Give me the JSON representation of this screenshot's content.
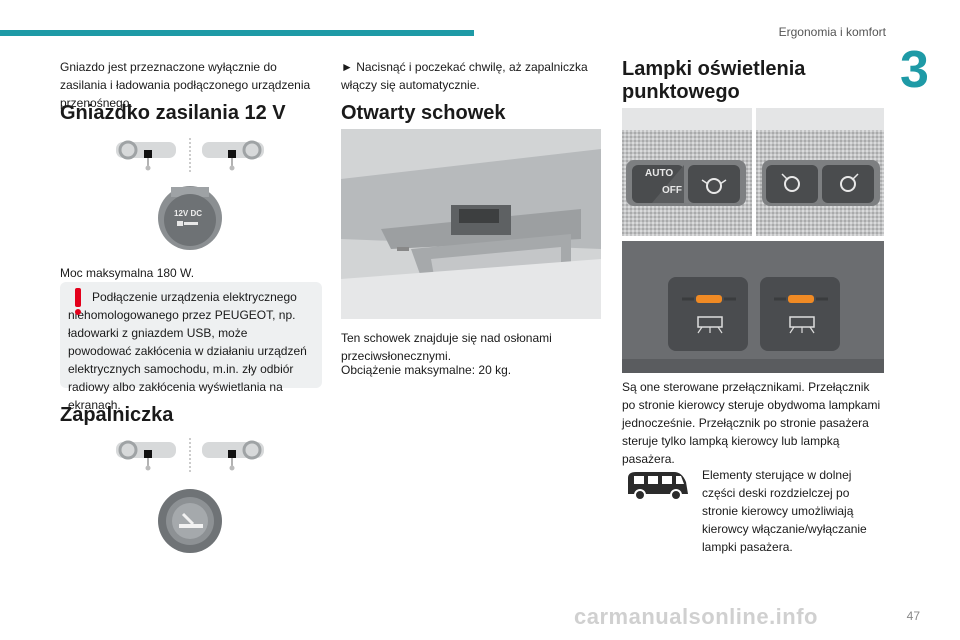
{
  "header": {
    "section_title": "Ergonomia i komfort",
    "chapter_number": "3"
  },
  "col1": {
    "intro_text": "Gniazdo jest przeznaczone wyłącznie do zasilania i ładowania podłączonego urządzenia przenośnego.",
    "socket_heading": "Gniazdko zasilania 12 V",
    "socket_label": "12V DC",
    "socket_power": "Moc maksymalna 180 W.",
    "warning_text": "Podłączenie urządzenia elektrycznego niehomologowanego przez PEUGEOT, np. ładowarki z gniazdem USB, może powodować zakłócenia w działaniu urządzeń elektrycznych samochodu, m.in. zły odbiór radiowy albo zakłócenia wyświetlania na ekranach.",
    "lighter_heading": "Zapalniczka"
  },
  "col2": {
    "lighter_step": "► Nacisnąć i poczekać chwilę, aż zapalniczka włączy się automatycznie.",
    "storage_heading": "Otwarty schowek",
    "storage_text_1": "Ten schowek znajduje się nad osłonami przeciwsłonecznymi.",
    "storage_text_2": "Obciążenie maksymalne: 20 kg."
  },
  "col3": {
    "lamps_heading_1": "Lampki oświetlenia",
    "lamps_heading_2": "punktowego",
    "switch_auto_label": "AUTO",
    "switch_off_label": "OFF",
    "lamps_text": "Są one sterowane przełącznikami. Przełącznik po stronie kierowcy steruje obydwoma lampkami jednocześnie. Przełącznik po stronie pasażera steruje tylko lampką kierowcy lub lampką pasażera.",
    "controls_note": "Elementy sterujące w dolnej części deski rozdzielczej po stronie kierowcy umożliwiają kierowcy włączanie/wyłączanie lampki pasażera."
  },
  "footer": {
    "page_number": "47",
    "watermark": "carmanualsonline.info"
  },
  "colors": {
    "accent": "#1e9aa6",
    "warning_red": "#e3001b",
    "lamp_orange": "#f08a24"
  }
}
